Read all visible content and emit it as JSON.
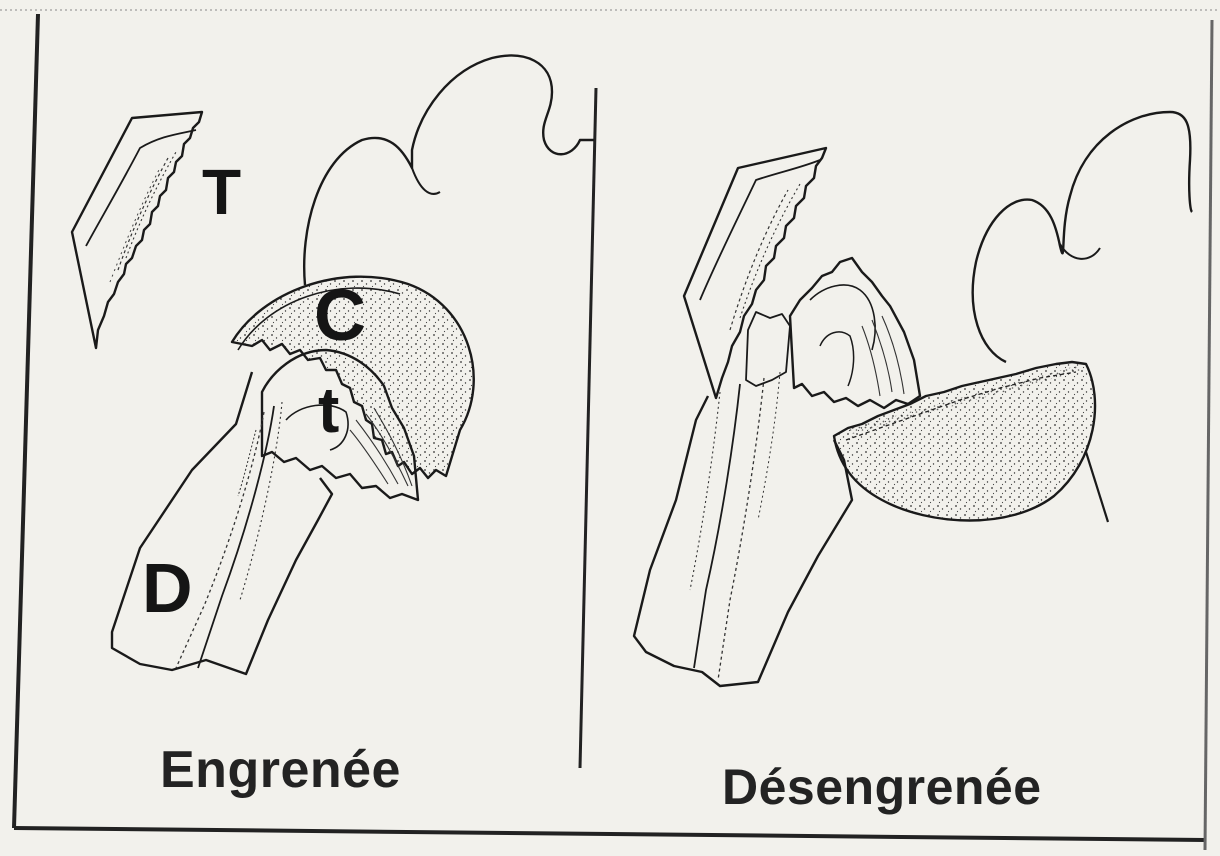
{
  "labels": {
    "tuberosity_big": "T",
    "head": "C",
    "tuberosity_small": "t",
    "diaphysis": "D"
  },
  "captions": {
    "left": "Engrenée",
    "right": "Désengrenée"
  }
}
